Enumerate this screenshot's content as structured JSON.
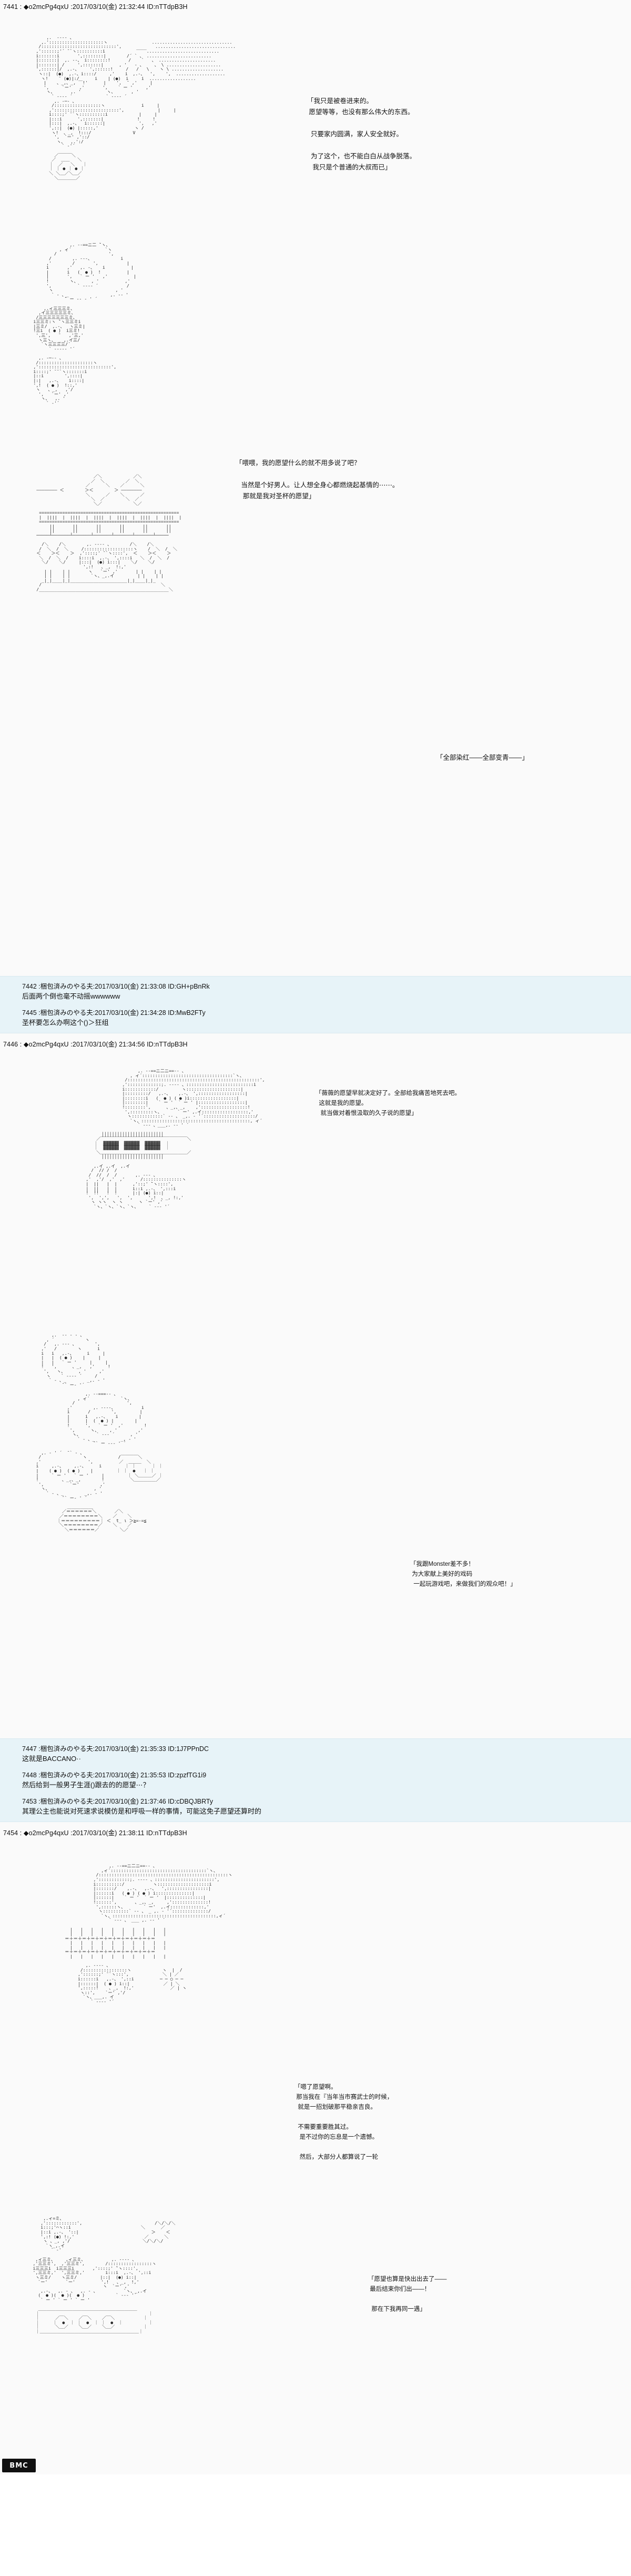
{
  "thread": {
    "board_style": "2ch-aa-thread",
    "date": "2017/03/10(金)",
    "trip_marker": "◆"
  },
  "posts": [
    {
      "number": "7441",
      "name": "◆o2mcPg4qxU",
      "header": "7441 : ◆o2mcPg4qxU :2017/03/10(金) 21:32:44 ID:nTTdpB3H",
      "timestamp": "21:32:44",
      "id": "ID:nTTdpB3H",
      "speeches": [
        {
          "id": "speech-7441-a",
          "text": "「我只是被卷进来的。\n 愿望等等，也没有那么伟大的东西。\n\n  只要家内圆满，家人安全就好。\n\n  为了这个，也不能白白从战争脱落。\n   我只是个普通的大叔而已」"
        },
        {
          "id": "speech-7441-b",
          "text": "「喂喂，我的愿望什么的就不用多说了吧？\n\n   当然是个好男人。让人想全身心都燃烧起基情的⋯⋯。\n    那就是我对圣杯的愿望」"
        },
        {
          "id": "speech-7441-c",
          "text": "「全部染红——全部变青——」"
        }
      ]
    },
    {
      "number": "7446",
      "name": "◆o2mcPg4qxU",
      "header": "7446 : ◆o2mcPg4qxU :2017/03/10(金) 21:34:56 ID:nTTdpB3H",
      "timestamp": "21:34:56",
      "id": "ID:nTTdpB3H",
      "speeches": [
        {
          "id": "speech-7446-a",
          "text": "「薇薇的愿望早就决定好了。全部给我痛苦地死去吧。\n  这就是我的愿望。\n   就当做对着恨汲取的久子说的愿望」"
        },
        {
          "id": "speech-7446-b",
          "text": "「我跟Monster差不多！\n 为大家献上美好的戏码\n  一起玩游戏吧，来做我们的观众吧！」"
        }
      ]
    },
    {
      "number": "7454",
      "name": "◆o2mcPg4qxU",
      "header": "7454 : ◆o2mcPg4qxU :2017/03/10(金) 21:38:11 ID:nTTdpB3H",
      "timestamp": "21:38:11",
      "id": "ID:nTTdpB3H",
      "speeches": [
        {
          "id": "speech-7454-a",
          "text": "「嗯了愿望啊。\n 那当我在『当年当市赛武士的时候，\n  就是一招划破那平稳亲吉良。\n\n  不需要重要胜其过。\n   是不过你的忘息是一个遗憾。\n\n   然后，大部分人都算说了一轮"
        },
        {
          "id": "speech-7454-b",
          "text": "「愿望也算是快出出去了——\n 最后结束你们出——！\n\n  那在下我再同一遇」"
        }
      ]
    }
  ],
  "reply_groups": [
    {
      "id": "replies-1",
      "items": [
        {
          "meta": "7442 :梱包済みのやる夫:2017/03/10(金) 21:33:08 ID:GH+pBnRk",
          "number": "7442",
          "name": "梱包済みのやる夫",
          "timestamp": "21:33:08",
          "id": "ID:GH+pBnRk",
          "body": "后面两个倒也毫不动摇wwwwww"
        },
        {
          "meta": "7445 :梱包済みのやる夫:2017/03/10(金) 21:34:28 ID:MwB2FTy",
          "number": "7445",
          "name": "梱包済みのやる夫",
          "timestamp": "21:34:28",
          "id": "ID:MwB2FTy",
          "body": "圣杯要怎么办啊这个()＞狂组"
        }
      ]
    },
    {
      "id": "replies-2",
      "items": [
        {
          "meta": "7447 :梱包済みのやる夫:2017/03/10(金) 21:35:33 ID:1J7PPnDC",
          "number": "7447",
          "name": "梱包済みのやる夫",
          "timestamp": "21:35:33",
          "id": "ID:1J7PPnDC",
          "body": "这就是BACCANO··"
        },
        {
          "meta": "7448 :梱包済みのやる夫:2017/03/10(金) 21:35:53 ID:zpzfTG1i9",
          "number": "7448",
          "name": "梱包済みのやる夫",
          "timestamp": "21:35:53",
          "id": "ID:zpzfTG1i9",
          "body": "然后给到一般男子生涯()跟去的的愿望⋯？"
        },
        {
          "meta": "7453 :梱包済みのやる夫:2017/03/10(金) 21:37:46 ID:cDBQJBRTy",
          "number": "7453",
          "name": "梱包済みのやる夫",
          "timestamp": "21:37:46",
          "id": "ID:cDBQJBRTy",
          "body": "其理公主也能说对死速求说模仿是和呼吸一样的事情，可能这免子愿望还算时的"
        }
      ]
    }
  ],
  "watermark": {
    "label": "BMC"
  },
  "aa": {
    "block1": "              ,. -‐──- 、\n          , ´        ヽ\n         /                ヽ\n        /    ,. -─- 、       ',\n       ,'    /        ヽ     !\n       !   /  ,. -‐─- 、 ヽ    |\n       |  /  /         ヽ ',   |\n       | .i  i    ,. -─ 、 ', i   |\n       |  |  |  /      ヽ| |   |\n       |  |  | ,'  ,.-、  ,.-、 | |   |\n       ',  ',  ', !  (●) (●)| |  ,'\n        ', ヽ ヽ',   、_,、_,  ,' /  /\n         ヽ ヽ ヽ   `ー'  / /  /\n          `ヽ ` ヽ、___,. ' /, '\n            `ー--‐一'´",
    "block2": "         ,. -‐ァ=ー- 、_\n       ,.ィ´   /     `ヽ、\n      /    /          ',\n     /    , '           i\n    ,'    /  ,. -‐=ニ二 ̄ヽ !\n    i   ,イ  /            ',|\n    | ,ィ ! ,'  ,.-、    ,.-、   i\n    V  ', !  ( ● )  ( ● )  !\n    ヽ  ',|    ￣      ￣   !\n     ヽ  |      、_,、_,     ,'\n      ` !      `ー'´    /\n        ヽ、            , '\n          `ー- 、____,. -‐'"
  }
}
